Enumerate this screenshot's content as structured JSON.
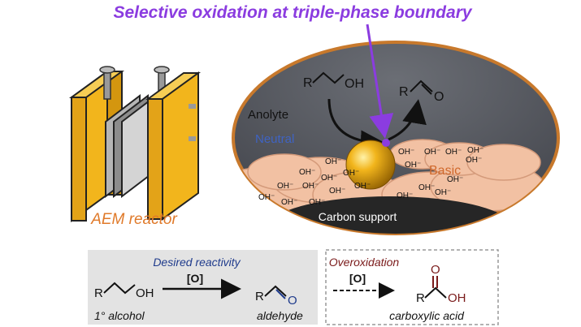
{
  "title": "Selective oxidation at triple-phase boundary",
  "reactor_label": "AEM reactor",
  "interface": {
    "reactant": {
      "r": "R",
      "oh": "OH"
    },
    "product": {
      "r": "R",
      "o": "O"
    },
    "anolyte": "Anolyte",
    "neutral": "Neutral",
    "basic": "Basic",
    "support": "Carbon support",
    "hydroxide": "OH⁻"
  },
  "desired": {
    "title": "Desired reactivity",
    "reagent": "[O]",
    "reactant_r": "R",
    "reactant_oh": "OH",
    "reactant_label": "1° alcohol",
    "product_r": "R",
    "product_o": "O",
    "product_label": "aldehyde"
  },
  "over": {
    "title": "Overoxidation",
    "reagent": "[O]",
    "acid_o": "O",
    "acid_oh": "OH",
    "acid_r": "R",
    "product_label": "carboxylic acid"
  },
  "colors": {
    "title": "#8b3ce0",
    "reactor_label": "#e07a2a",
    "reactor_gold": "#f2b51c",
    "scene": "#4e5158",
    "electrolyte": "#f2c1a3",
    "neutral": "#3f63c2",
    "basic": "#d0682b",
    "desired": "#1f3b8c",
    "over": "#7a1a1a"
  }
}
